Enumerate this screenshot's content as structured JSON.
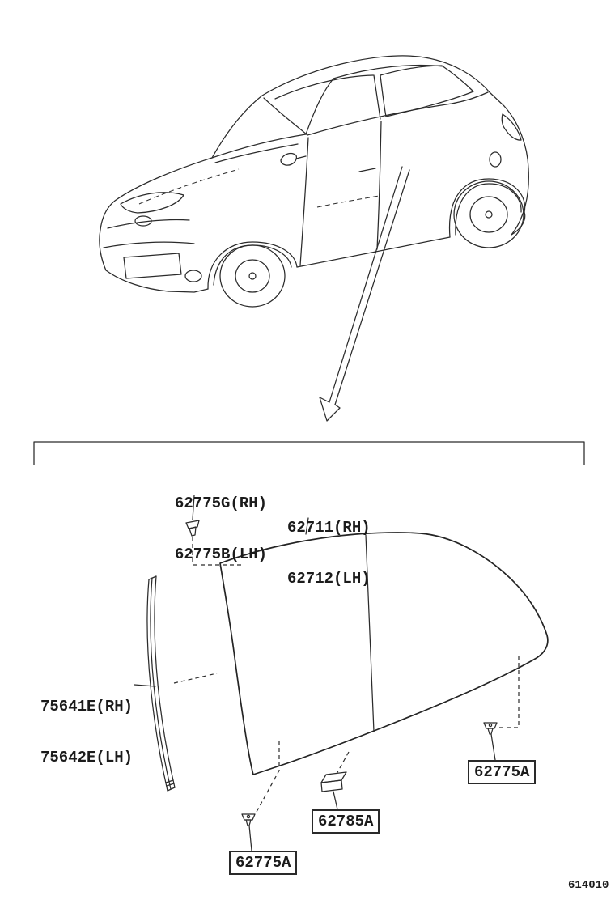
{
  "page": {
    "background_color": "#ffffff",
    "line_color": "#2b2b2b",
    "diagram_number": "614010"
  },
  "parts": {
    "clip_upper": {
      "rh_label": "62775G(RH)",
      "lh_label": "62775B(LH)"
    },
    "glass": {
      "rh_label": "62711(RH)",
      "lh_label": "62712(LH)"
    },
    "moulding": {
      "rh_label": "75641E(RH)",
      "lh_label": "75642E(LH)"
    },
    "clip_right": {
      "label": "62775A"
    },
    "spacer": {
      "label": "62785A"
    },
    "clip_lower": {
      "label": "62775A"
    }
  },
  "icons": {
    "car": "car-line-drawing-icon",
    "arrow": "detail-arrow-icon",
    "clip": "clip-fastener-icon",
    "spacer": "spacer-block-icon",
    "moulding": "moulding-strip-icon"
  }
}
